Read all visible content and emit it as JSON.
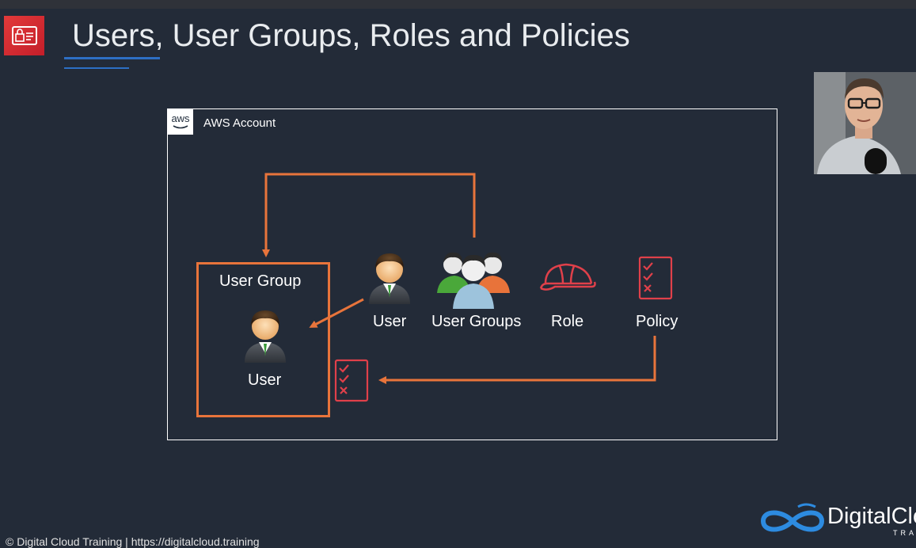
{
  "slide": {
    "title": "Users, User Groups, Roles and Policies"
  },
  "account": {
    "logo_text": "aws",
    "label": "AWS Account"
  },
  "group_box": {
    "title": "User Group",
    "member_label": "User"
  },
  "legend": {
    "user": "User",
    "user_groups": "User Groups",
    "role": "Role",
    "policy": "Policy"
  },
  "footer": {
    "text": "© Digital Cloud Training  |  https://digitalcloud.training"
  },
  "brand": {
    "name": "DigitalClo",
    "sub": "TRA"
  },
  "colors": {
    "background": "#232b38",
    "arrow": "#e8743b",
    "role_policy_red": "#e0404a",
    "accent_blue": "#2d6fc4"
  }
}
